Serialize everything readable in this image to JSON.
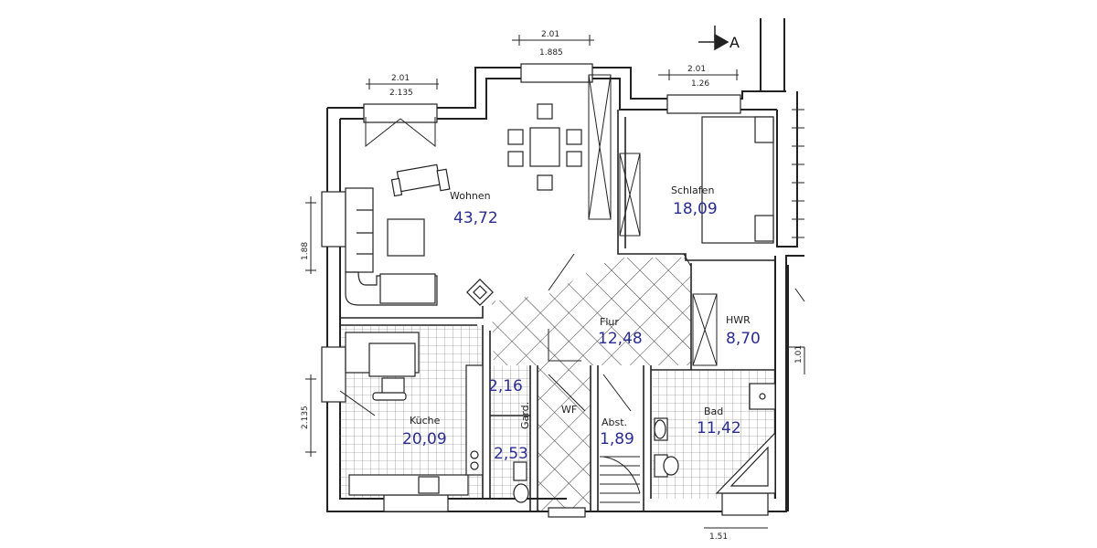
{
  "rooms": {
    "wohnen": {
      "name": "Wohnen",
      "area": "43,72"
    },
    "schlafen": {
      "name": "Schlafen",
      "area": "18,09"
    },
    "flur": {
      "name": "Flur",
      "area": "12,48"
    },
    "hwr": {
      "name": "HWR",
      "area": "8,70"
    },
    "kueche": {
      "name": "Küche",
      "area": "20,09"
    },
    "gard": {
      "name": "Gard.",
      "area": "2,16"
    },
    "wc_area": {
      "area": "2,53"
    },
    "wf": {
      "name": "WF"
    },
    "abst": {
      "name": "Abst.",
      "area": "1,89"
    },
    "bad": {
      "name": "Bad",
      "area": "11,42"
    }
  },
  "dimensions": {
    "win_wohnen_top": {
      "label1": "2.01",
      "label2": "1.885"
    },
    "win_living_left": {
      "label1": "2.01",
      "label2": "2.135"
    },
    "win_schlafen": {
      "label1": "2.01",
      "label2": "1.26"
    },
    "left_upper": "1.88",
    "left_lower": "2.135",
    "bottom_right": "1.51",
    "right_mid": "1.01"
  },
  "section_marker": "A"
}
